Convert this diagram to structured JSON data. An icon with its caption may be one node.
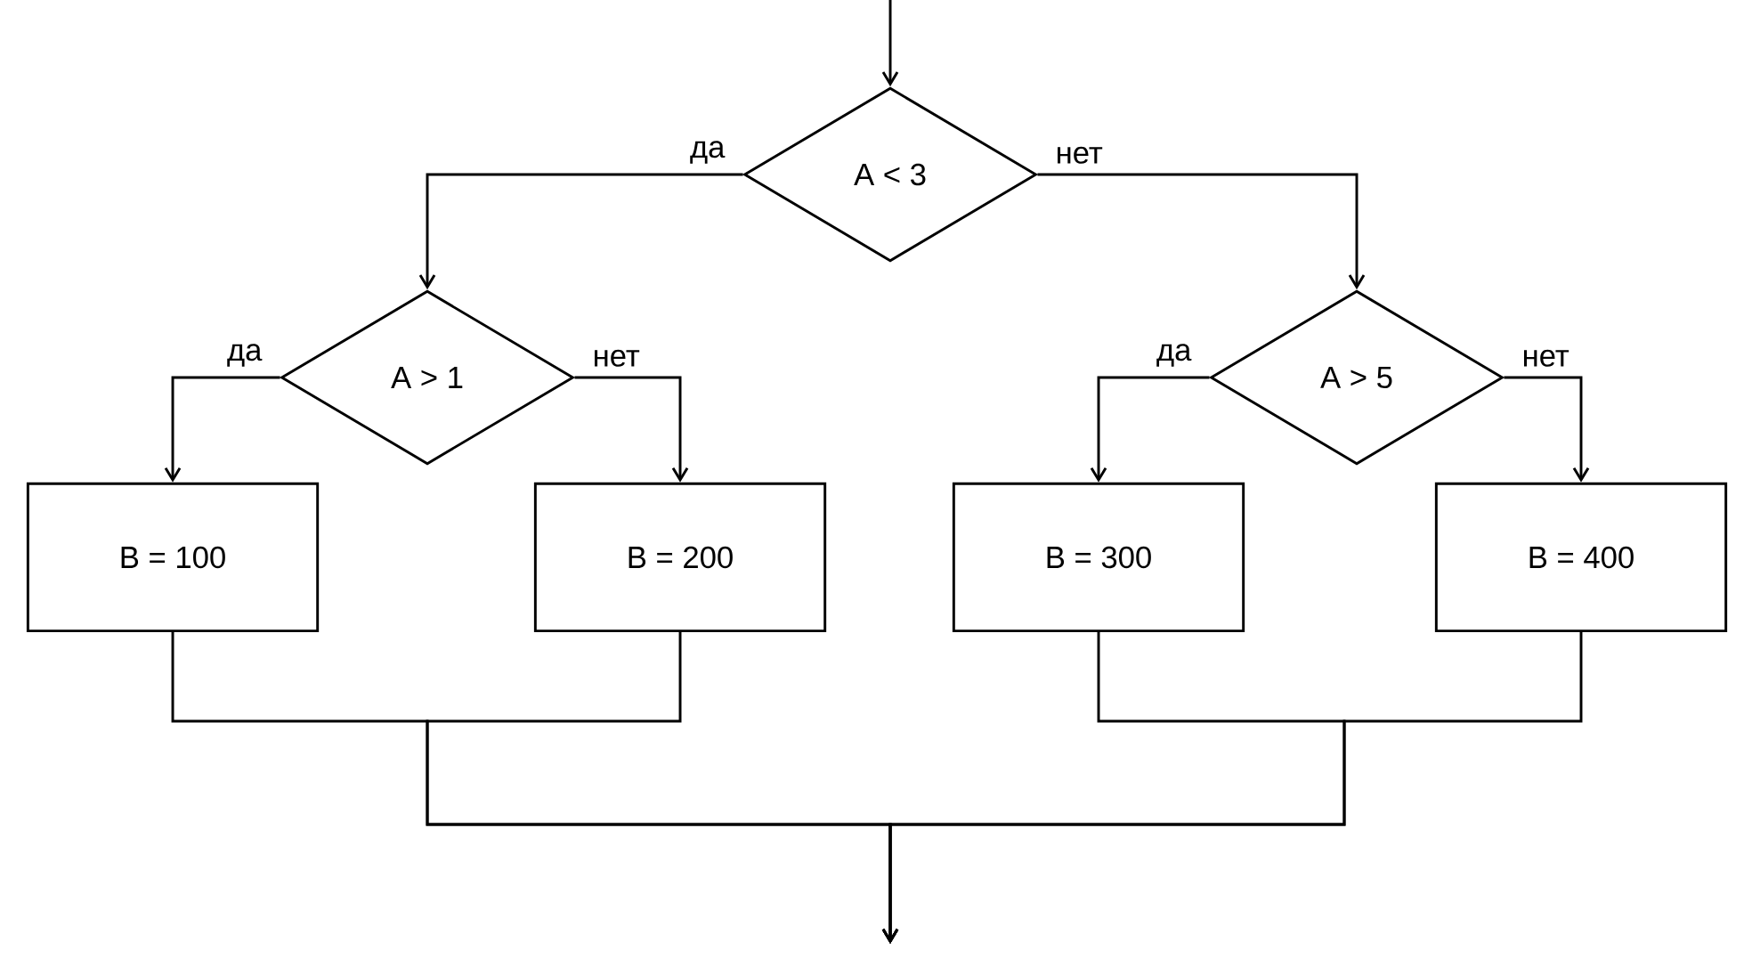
{
  "diagram": {
    "nodes": [
      {
        "text": [
          "A < 3"
        ]
      },
      {
        "text": [
          "A > 1"
        ]
      },
      {
        "text": [
          "A > 5"
        ]
      },
      {
        "text": [
          "B = 100"
        ]
      },
      {
        "text": [
          "B = 200"
        ]
      },
      {
        "text": [
          "B = 300"
        ]
      },
      {
        "text": [
          "B = 400"
        ]
      }
    ],
    "edges": [
      {
        "from": null,
        "to": 0,
        "arrow": "to"
      },
      {
        "from": 0,
        "to": 1,
        "arrow": "to",
        "label": "да"
      },
      {
        "from": 0,
        "to": 2,
        "arrow": "to",
        "label": "нет"
      },
      {
        "from": 1,
        "to": 3,
        "arrow": "to",
        "label": "да"
      },
      {
        "from": 1,
        "to": 4,
        "arrow": "to",
        "label": "нет"
      },
      {
        "from": 2,
        "to": 5,
        "arrow": "to",
        "label": "да"
      },
      {
        "from": 2,
        "to": 6,
        "arrow": "to",
        "label": "нет"
      },
      {
        "from": 3,
        "to": null,
        "arrow": "to"
      },
      {
        "from": 4,
        "to": null,
        "arrow": "to"
      },
      {
        "from": 5,
        "to": null,
        "arrow": "to"
      },
      {
        "from": 6,
        "to": null,
        "arrow": "to"
      }
    ]
  }
}
